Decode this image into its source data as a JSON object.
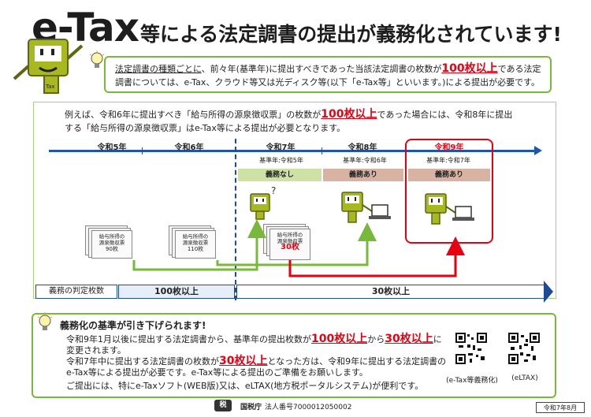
{
  "title": {
    "brand": "e-Tax",
    "rest": "等による法定調書の提出が義務化されています!"
  },
  "intro": {
    "part1": "法定調書の種類ごとに",
    "part2": "、前々年(基準年)に提出すべきであった当該法定調書の枚数が",
    "emphasis": "100枚以上",
    "part3": "である法定調書については、e-Tax、クラウド等又は光ディスク等(以下「e-Tax等」といいます。)による提出が必要です。"
  },
  "example": {
    "line1_a": "例えば、令和6年に提出すべき「給与所得の源泉徴収票」の枚数が",
    "line1_emphasis": "100枚以上",
    "line1_b": "であった場合には、令和8年に提出",
    "line2": "する「給与所得の源泉徴収票」はe-Tax等による提出が必要となります。"
  },
  "timeline": {
    "years": [
      "令和5年",
      "令和6年",
      "令和7年",
      "令和8年",
      "令和9年"
    ],
    "base_years": [
      "基準年:令和5年",
      "基準年:令和6年",
      "基準年:令和7年"
    ],
    "statuses": [
      "義務なし",
      "義務あり",
      "義務あり"
    ]
  },
  "documents": [
    {
      "label_line1": "給与所得の",
      "label_line2": "源泉徴収票",
      "count": "90枚"
    },
    {
      "label_line1": "給与所得の",
      "label_line2": "源泉徴収票",
      "count": "110枚"
    },
    {
      "label_line1": "給与所得の",
      "label_line2": "源泉徴収票",
      "count": "30枚"
    }
  ],
  "judgement": {
    "label": "義務の判定枚数",
    "left_value": "100枚以上",
    "right_value": "30枚以上"
  },
  "lower": {
    "heading": "義務化の基準が引き下げられます!",
    "p1_a": "令和9年1月以後に提出する法定調書から、基準年の提出枚数が",
    "p1_emph1": "100枚以上",
    "p1_mid": "から",
    "p1_emph2": "30枚以上",
    "p1_b": "に変更されます。",
    "p2_a": "令和7年中に提出する法定調書の枚数が",
    "p2_emph": "30枚以上",
    "p2_b": "となった方は、令和9年に提出する法定調書の",
    "p2_c": "e-Tax等による提出が必要です。e-Tax等による提出のご準備をお願いします。",
    "p3": "ご提出には、特にe-Taxソフト(WEB版)又は、eLTAX(地方税ポータルシステム)が便利です。",
    "qr_captions": [
      "(e-Tax等義務化)",
      "(eLTAX)"
    ]
  },
  "footer": {
    "logo": "税",
    "org": "国税庁",
    "corp_number": "法人番号7000012050002",
    "date": "令和7年8月"
  },
  "colors": {
    "accent_red": "#e60012",
    "frame_green": "#78b83a",
    "timeline_blue": "#2056a8",
    "mascot_green": "#a8b820"
  }
}
